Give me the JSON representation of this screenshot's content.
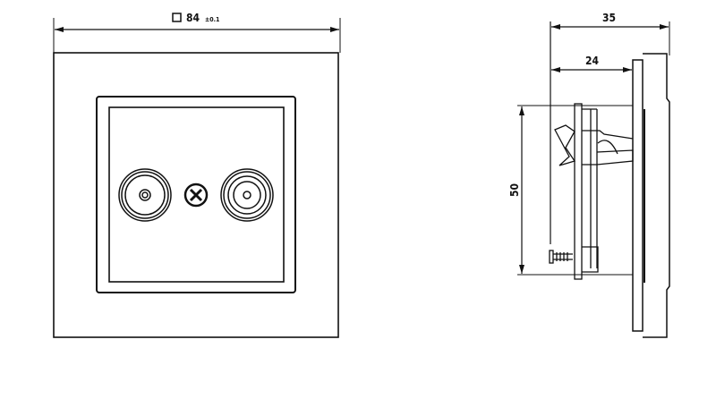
{
  "front_view": {
    "width_dimension": {
      "symbol": "□",
      "value": "84",
      "tolerance": "±0.1"
    }
  },
  "side_view": {
    "total_depth": "35",
    "mount_depth": "24",
    "module_height": "50"
  },
  "colors": {
    "line": "#111111",
    "background": "#ffffff"
  }
}
